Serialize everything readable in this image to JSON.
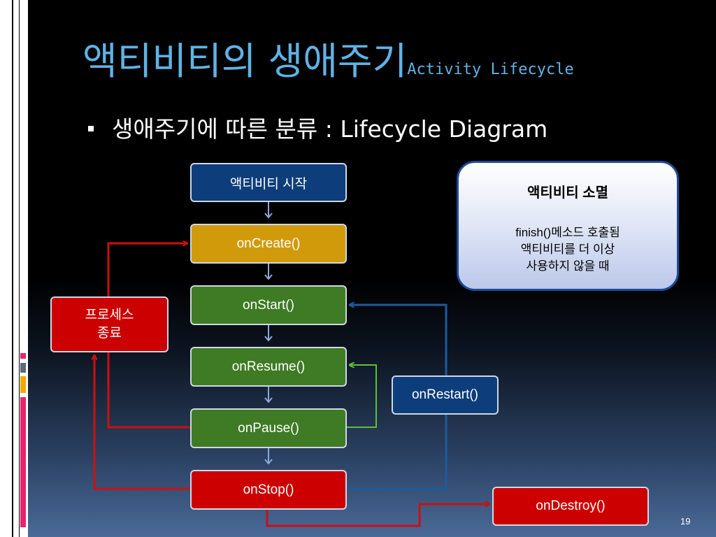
{
  "slide": {
    "title": "액티비티의 생애주기",
    "title_sub": "Activity Lifecycle",
    "bullet": "생애주기에 따른 분류 : Lifecycle Diagram",
    "page_number": "19"
  },
  "diagram": {
    "start": "액티비티 시작",
    "on_create": "onCreate()",
    "on_start": "onStart()",
    "on_resume": "onResume()",
    "on_pause": "onPause()",
    "on_stop": "onStop()",
    "on_destroy": "onDestroy()",
    "on_restart": "onRestart()",
    "process_kill_line1": "프로세스",
    "process_kill_line2": "종료"
  },
  "destroy_info": {
    "title": "액티비티 소멸",
    "line1": "finish()메소드 호출됨",
    "line2": "액티비티를 더 이상",
    "line3": "사용하지 않을 때"
  },
  "colors": {
    "title": "#5fb3e4",
    "blue_box": "#0d3d7a",
    "orange_box": "#d09a0a",
    "green_box": "#3e7b24",
    "red_box": "#cc0000",
    "red_arrow": "#cc1010",
    "green_arrow": "#5cc03a",
    "blue_arrow": "#1d5a9e"
  }
}
